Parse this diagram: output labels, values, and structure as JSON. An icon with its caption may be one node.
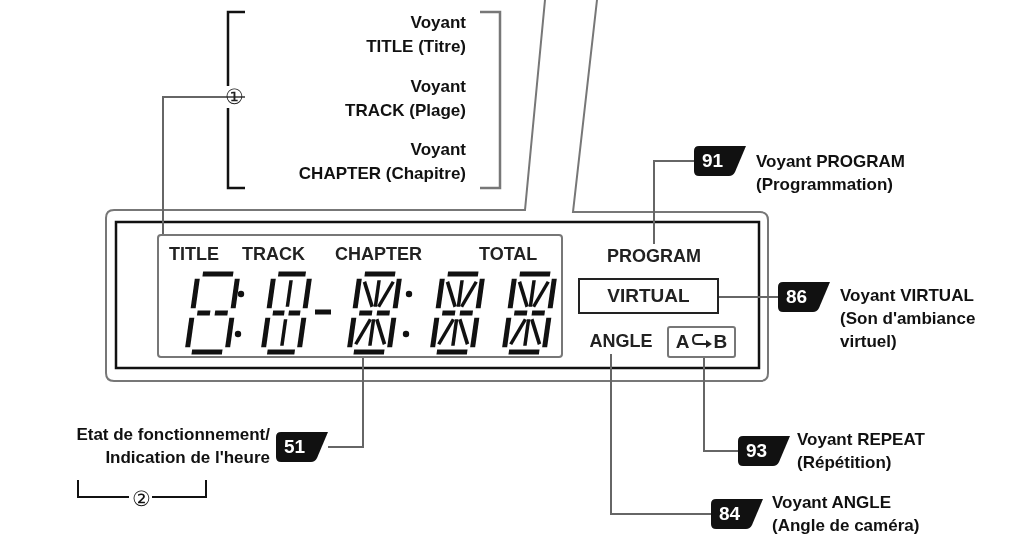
{
  "diagram": {
    "nodes": [
      {
        "text": [
          "①"
        ]
      },
      {
        "text": [
          "91"
        ],
        "beside": [
          "Voyant PROGRAM (Programmation)"
        ]
      },
      {
        "text": [
          "TITLE",
          "TRACK",
          "CHAPTER",
          "TOTAL"
        ]
      },
      {
        "text": [
          "PROGRAM"
        ]
      },
      {
        "text": [
          "VIRTUAL"
        ]
      },
      {
        "text": [
          "ANGLE"
        ]
      },
      {
        "text": [
          "A",
          "B"
        ]
      },
      {
        "text": [
          "86"
        ],
        "beside": [
          "Voyant VIRTUAL (Son d'ambiance virtuel)"
        ]
      },
      {
        "text": [
          "51"
        ],
        "beside": [
          "Etat de fonctionnement/ Indication de l'heure"
        ]
      },
      {
        "text": [
          "93"
        ],
        "beside": [
          "Voyant REPEAT (Répétition)"
        ]
      },
      {
        "text": [
          "84"
        ],
        "beside": [
          "Voyant ANGLE (Angle de caméra)"
        ]
      }
    ],
    "edges": [
      {
        "from": 0,
        "to": 2,
        "arrow": "none"
      },
      {
        "from": 1,
        "to": 3,
        "arrow": "none"
      },
      {
        "from": 7,
        "to": 4,
        "arrow": "none"
      },
      {
        "from": 8,
        "to": 2,
        "arrow": "none"
      },
      {
        "from": 9,
        "to": 6,
        "arrow": "none"
      },
      {
        "from": 10,
        "to": 5,
        "arrow": "none"
      }
    ],
    "labels": [
      "Voyant TITLE (Titre)",
      "Voyant TRACK (Plage)",
      "Voyant CHAPTER (Chapitre)",
      "②"
    ]
  }
}
